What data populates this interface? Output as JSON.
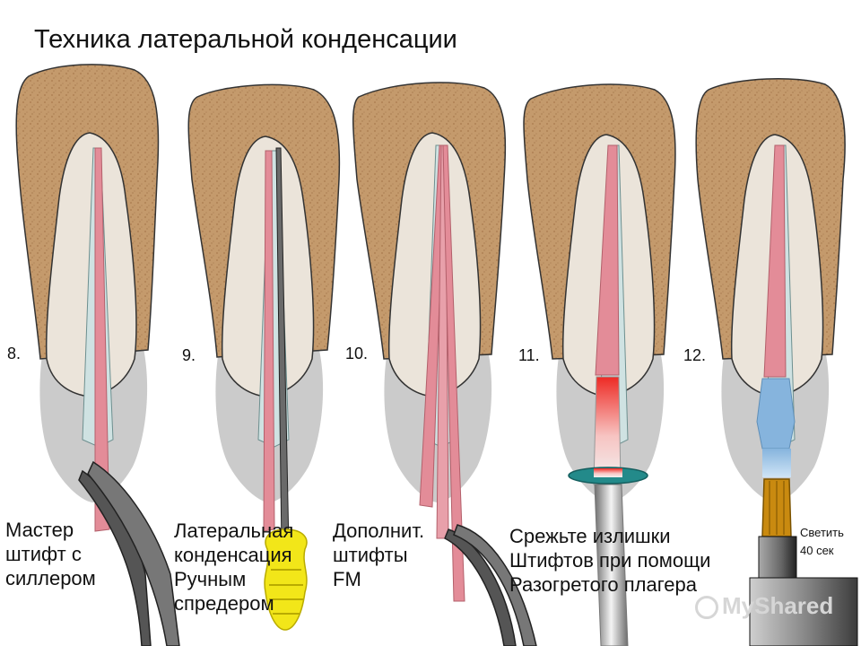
{
  "title": "Техника латеральной конденсации",
  "steps": [
    {
      "number": "8.",
      "caption": "Мастер\nштифт с\nсиллером"
    },
    {
      "number": "9.",
      "caption": "Латеральная\nконденсация\nРучным\nспредером"
    },
    {
      "number": "10.",
      "caption": "Дополнит.\nштифты\nFM"
    },
    {
      "number": "11.",
      "caption": "Срежьте излишки\nШтифтов при помощи\nРазогретого плагера"
    },
    {
      "number": "12.",
      "caption": "Светить\n40 сек"
    }
  ],
  "watermark": "MyShared",
  "icons": [
    "tweezers-icon",
    "spreader-handle-icon",
    "plugger-icon",
    "curing-light-icon"
  ],
  "colors": {
    "crown": "#c49a6c",
    "dentin": "#ebe4da",
    "gutta_percha": "#e38c98",
    "gingiva": "#cbcbcb",
    "plugger_tip": "#e8392f",
    "curing_light": "#86b4dd",
    "spreader_handle": "#f2e619",
    "plugger_collar": "#238a8a"
  }
}
